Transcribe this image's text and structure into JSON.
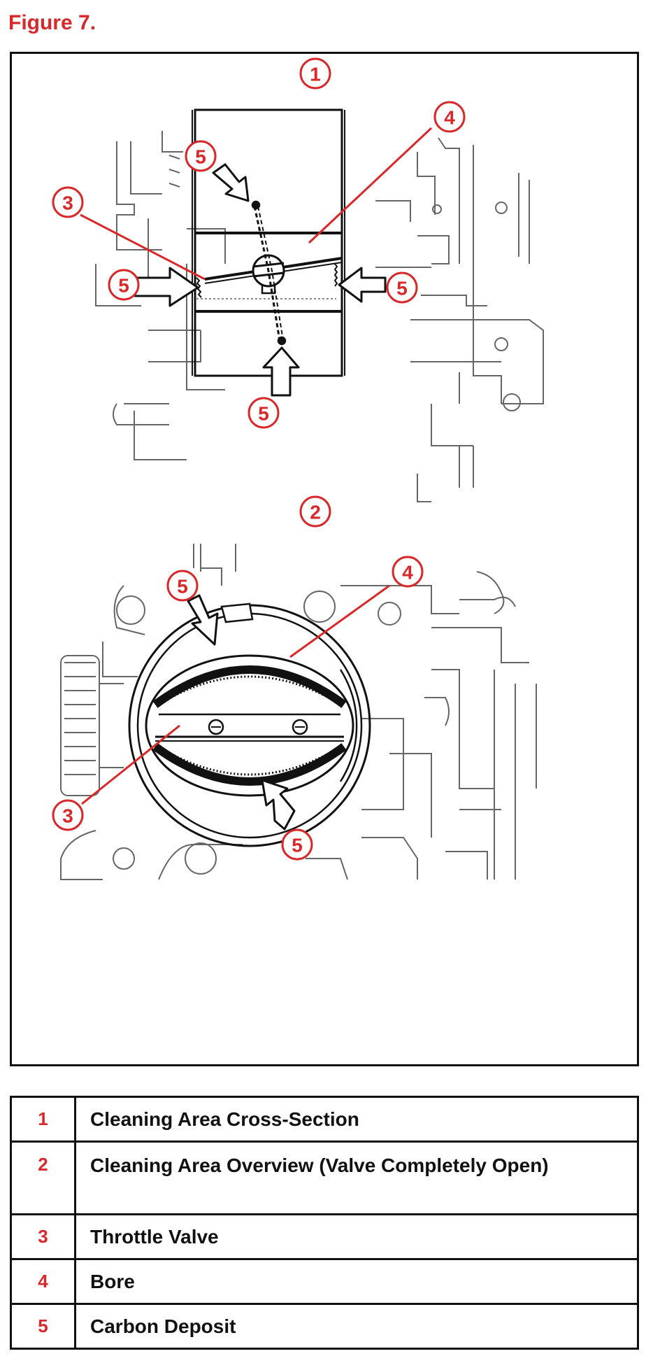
{
  "figure_title": "Figure 7.",
  "callouts": {
    "c1": "1",
    "c2": "2",
    "c3a": "3",
    "c3b": "3",
    "c4a": "4",
    "c4b": "4",
    "c5a": "5",
    "c5b": "5",
    "c5c": "5",
    "c5d": "5",
    "c5e": "5",
    "c5f": "5"
  },
  "legend": [
    {
      "num": "1",
      "desc": "Cleaning Area Cross-Section"
    },
    {
      "num": "2",
      "desc": "Cleaning Area Overview (Valve Completely Open)"
    },
    {
      "num": "3",
      "desc": "Throttle Valve"
    },
    {
      "num": "4",
      "desc": "Bore"
    },
    {
      "num": "5",
      "desc": "Carbon Deposit"
    }
  ],
  "colors": {
    "accent": "#d8282a",
    "line": "#111111"
  }
}
